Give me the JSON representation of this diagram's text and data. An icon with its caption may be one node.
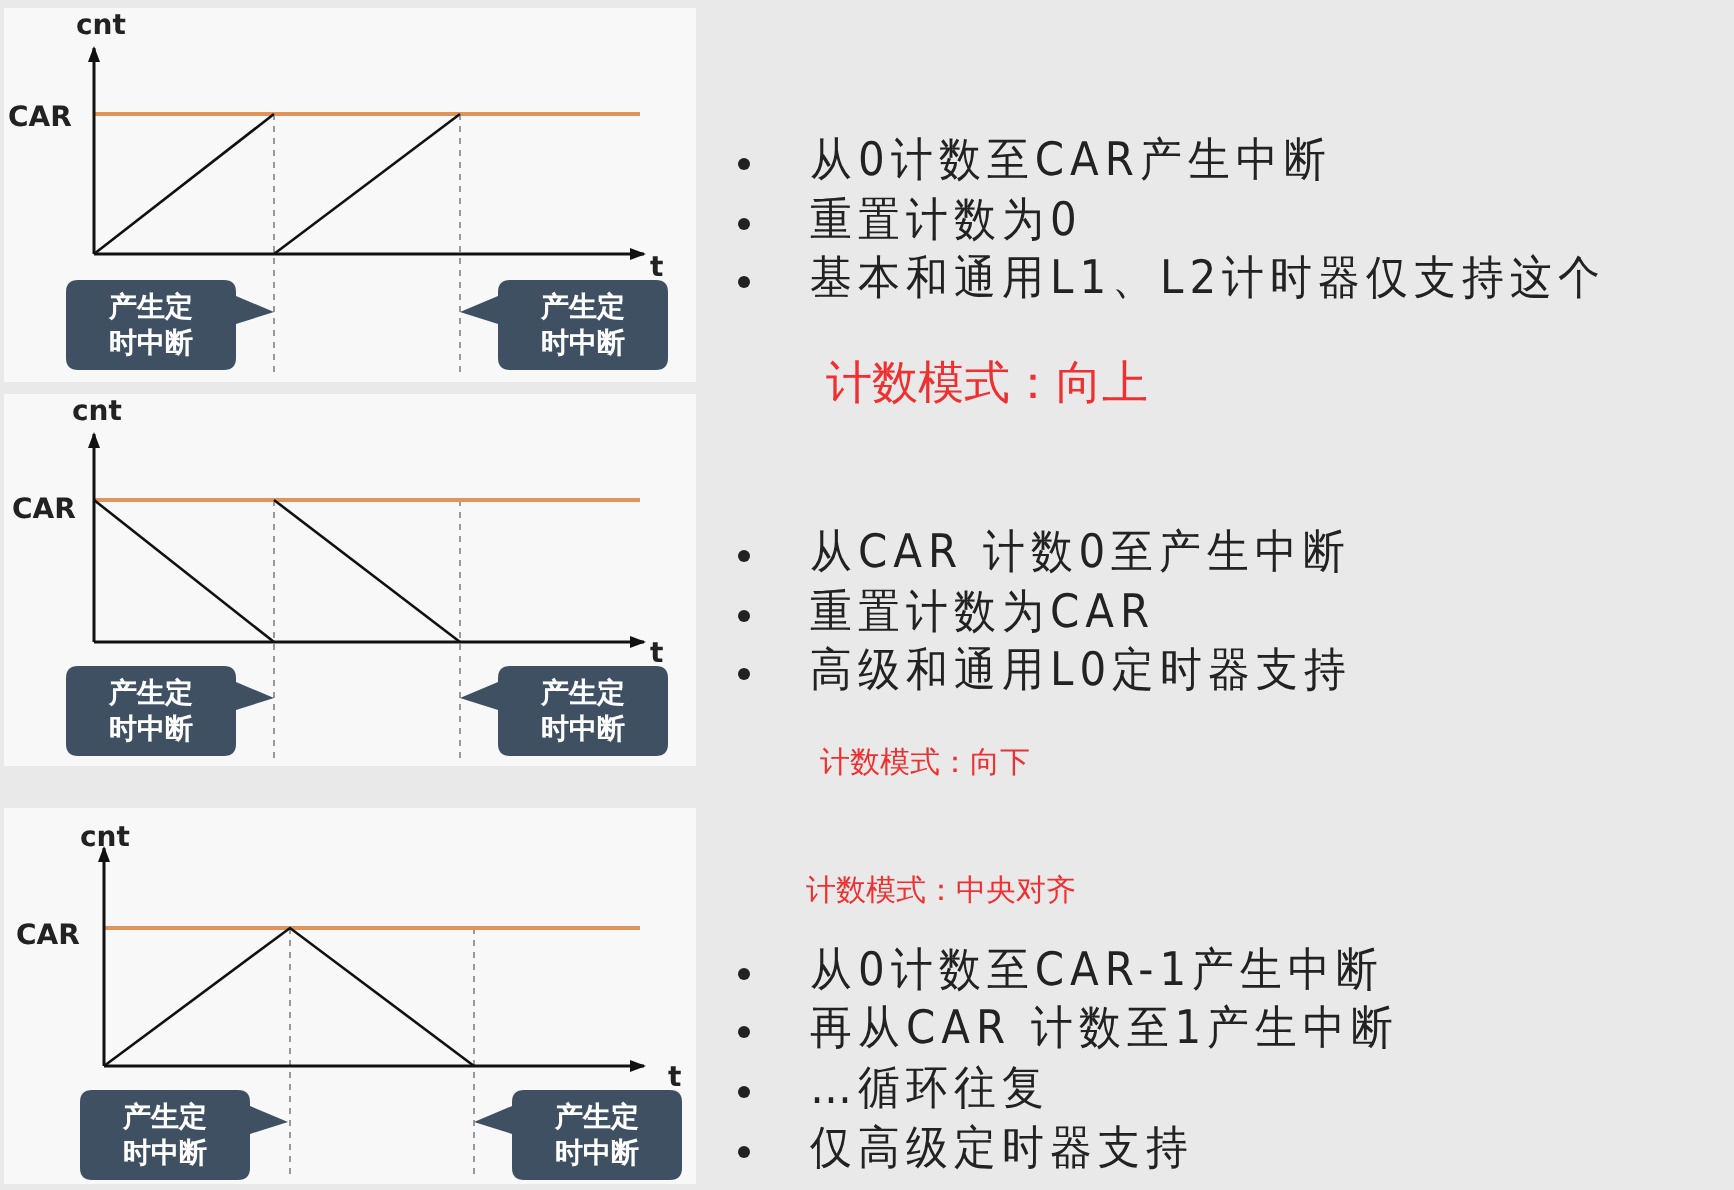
{
  "diagram": {
    "nodes": [
      {
        "text": [
          "产生定时中断"
        ]
      },
      {
        "text": [
          "产生定时中断"
        ]
      },
      {
        "text": [
          "产生定时中断"
        ]
      },
      {
        "text": [
          "产生定时中断"
        ]
      },
      {
        "text": [
          "产生定时中断"
        ]
      },
      {
        "text": [
          "产生定时中断"
        ]
      }
    ],
    "labels": [
      "cnt",
      "CAR",
      "t",
      "从0计数至CAR产生中断",
      "重置计数为0",
      "基本和通用L1、L2计时器仅支持这个",
      "计数模式：向上",
      "cnt",
      "CAR",
      "t",
      "从CAR 计数0至产生中断",
      "重置计数为CAR",
      "高级和通用L0定时器支持",
      "计数模式：向下",
      "cnt",
      "CAR",
      "t",
      "计数模式：中央对齐",
      "从0计数至CAR-1产生中断",
      "再从CAR 计数至1产生中断",
      "…循环往复",
      "仅高级定时器支持"
    ]
  }
}
